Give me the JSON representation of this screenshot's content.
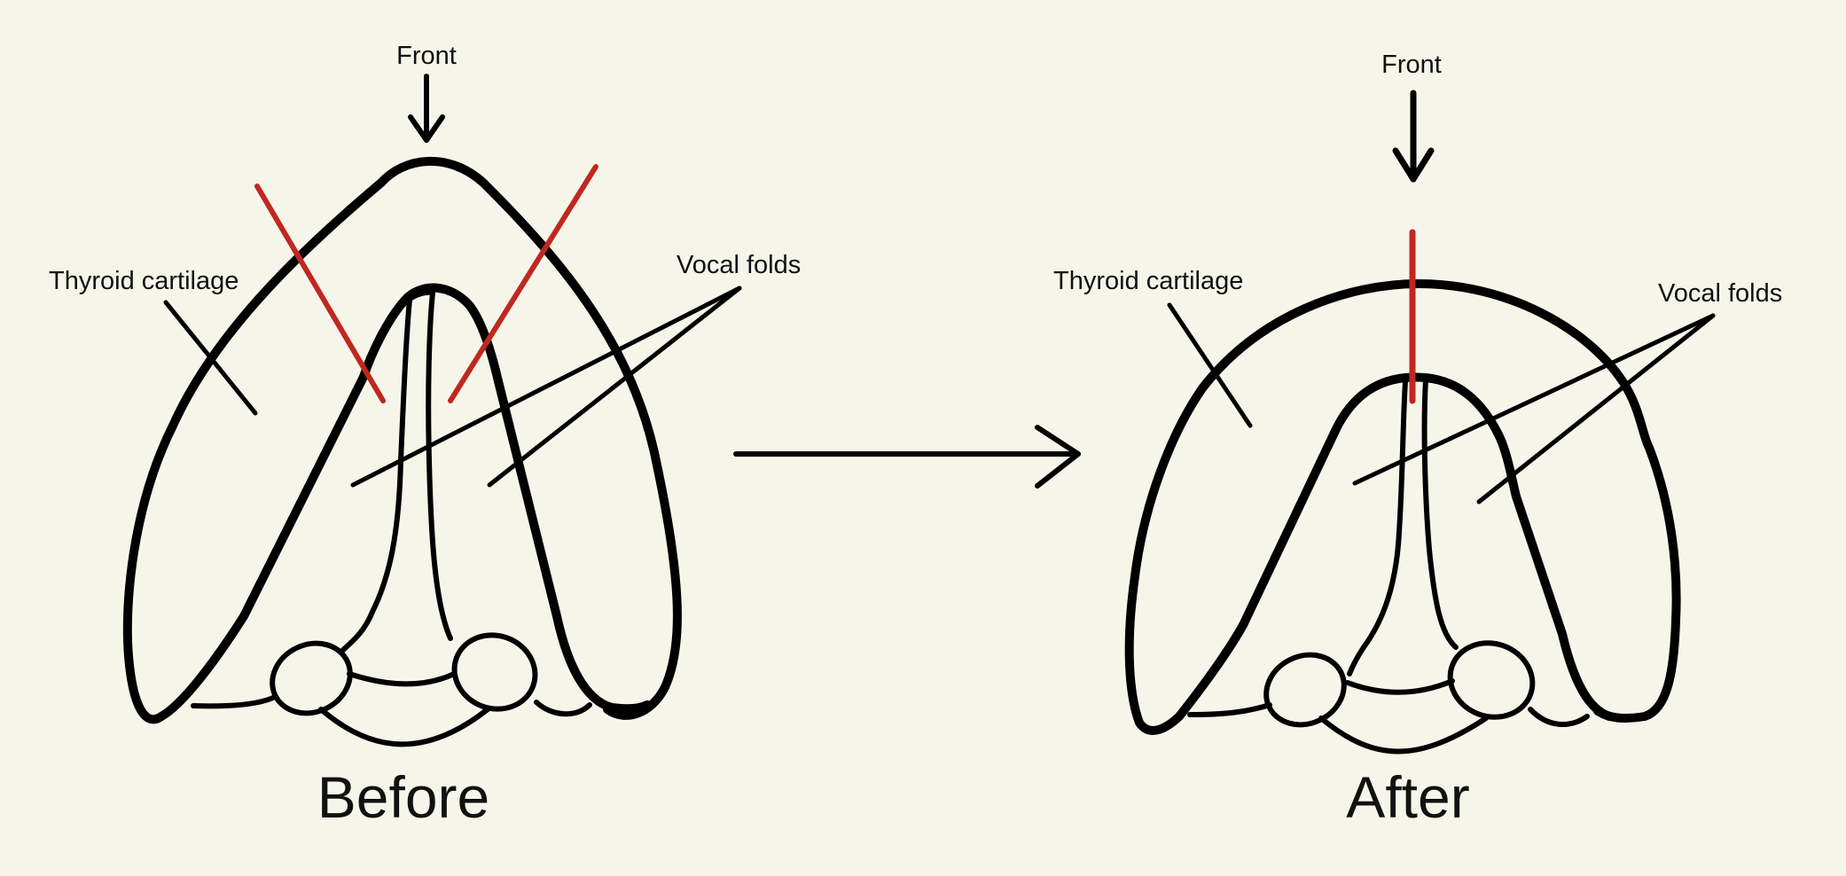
{
  "colors": {
    "background": "#f6f5ea",
    "ink": "#000000",
    "incision": "#c0281f"
  },
  "before": {
    "front_label": "Front",
    "thyroid_label": "Thyroid cartilage",
    "vocal_label": "Vocal folds",
    "caption": "Before"
  },
  "after": {
    "front_label": "Front",
    "thyroid_label": "Thyroid cartilage",
    "vocal_label": "Vocal folds",
    "caption": "After"
  }
}
